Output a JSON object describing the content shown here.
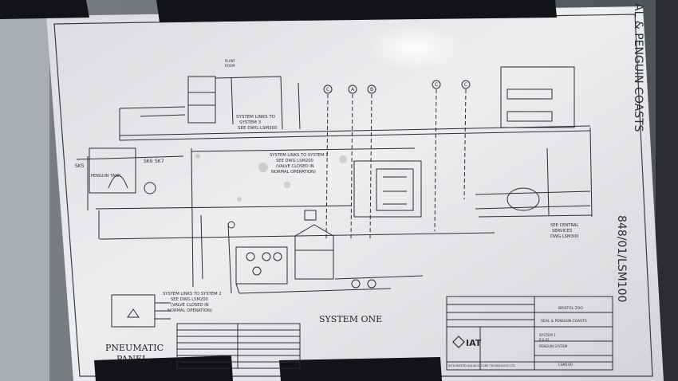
{
  "drawing": {
    "title_right": "AL & PENGUIN COASTS",
    "drawing_number_side": "848/01/LSM100",
    "system_one": "SYSTEM ONE",
    "pneumatic_panel": "PNEUMATIC\nPANEL",
    "penguin_tank": "PENGUIN TANK",
    "system3_note": "SYSTEM LINKS TO\nSYSTEM 3\nSEE DWG LSM300",
    "system2_note": "SYSTEM LINKS TO SYSTEM 2\nSEE DWG LSM200\n(VALVE CLOSED IN\nNORMAL OPERATION)",
    "system2_note_lower": "SYSTEM LINKS TO SYSTEM 2\nSEE DWG LSM200\n(VALVE CLOSED IN\nNORMAL OPERATION)",
    "central_services": "SEE CENTRAL\nSERVICES\nDWG LSM300",
    "tank_tags": [
      "SK5",
      "SK6",
      "SK7"
    ],
    "circle_tags": [
      "C",
      "A",
      "B",
      "C",
      "C"
    ],
    "plant_room_label": "PLANT\nROOM",
    "title_block": {
      "company_logo": "IAT",
      "company_name": "INTEGRATED AQUACULTURE TECHNOLOGY LTD",
      "client": "BRISTOL ZOO",
      "project": "SEAL & PENGUIN COASTS",
      "system": "SYSTEM 1",
      "sheet": "P & ID",
      "subsystem": "PENGUIN SYSTEM",
      "drawing_no": "LSM100"
    }
  },
  "colors": {
    "paper": "#e9eaec",
    "ink": "#2b2d33",
    "tape": "#121316",
    "wall": "#6b6e72"
  }
}
